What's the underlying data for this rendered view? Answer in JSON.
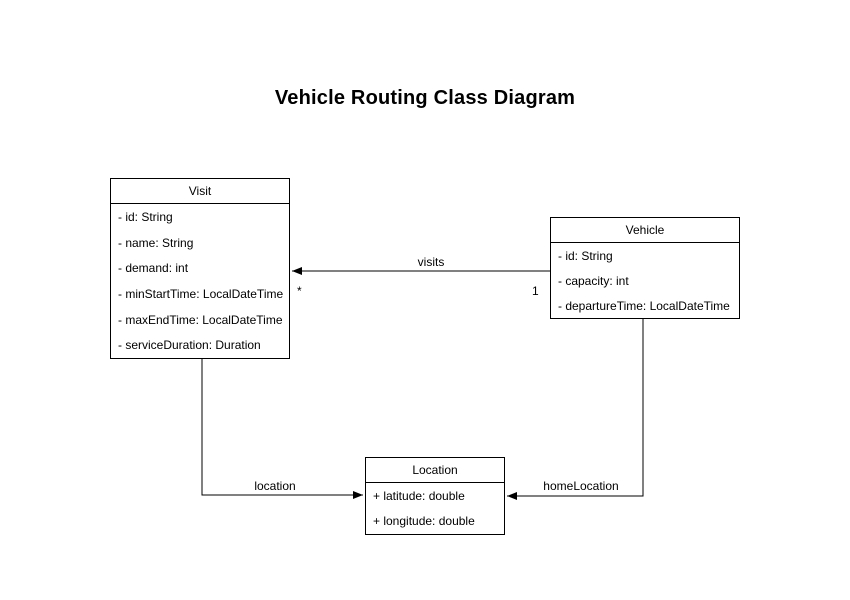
{
  "title": "Vehicle Routing Class Diagram",
  "diagram": {
    "classes": [
      {
        "name": "Visit",
        "attributes": [
          "- id: String",
          "- name: String",
          "- demand: int",
          "- minStartTime: LocalDateTime",
          "- maxEndTime: LocalDateTime",
          "- serviceDuration: Duration"
        ]
      },
      {
        "name": "Vehicle",
        "attributes": [
          "- id: String",
          "- capacity: int",
          "- departureTime: LocalDateTime"
        ]
      },
      {
        "name": "Location",
        "attributes": [
          "+ latitude: double",
          "+ longitude: double"
        ]
      }
    ],
    "relationships": [
      {
        "label": "visits",
        "from": "Vehicle",
        "to": "Visit",
        "source_multiplicity": "1",
        "target_multiplicity": "*"
      },
      {
        "label": "location",
        "from": "Visit",
        "to": "Location"
      },
      {
        "label": "homeLocation",
        "from": "Vehicle",
        "to": "Location"
      }
    ]
  },
  "colors": {
    "line": "#000000",
    "text": "#000000",
    "box_fill": "#ffffff",
    "background": "#ffffff"
  }
}
